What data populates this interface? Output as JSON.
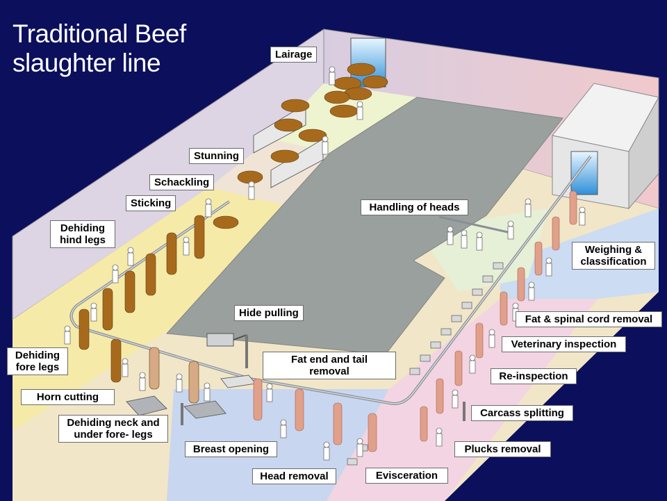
{
  "title": {
    "line1": "Traditional Beef",
    "line2": "slaughter line"
  },
  "labels": {
    "lairage": "Lairage",
    "stunning": "Stunning",
    "schackling": "Schackling",
    "sticking": "Sticking",
    "dehiding_hind_legs_1": "Dehiding",
    "dehiding_hind_legs_2": "hind legs",
    "hide_pulling": "Hide pulling",
    "dehiding_fore_legs_1": "Dehiding",
    "dehiding_fore_legs_2": "fore legs",
    "horn_cutting": "Horn cutting",
    "dehiding_neck_1": "Dehiding neck and",
    "dehiding_neck_2": "under fore- legs",
    "fat_end_1": "Fat end and tail",
    "fat_end_2": "removal",
    "breast_opening": "Breast opening",
    "head_removal": "Head removal",
    "evisceration": "Evisceration",
    "plucks_removal": "Plucks removal",
    "carcass_splitting": "Carcass splitting",
    "re_inspection": "Re-inspection",
    "veterinary_inspection": "Veterinary inspection",
    "fat_spinal": "Fat & spinal cord removal",
    "weighing_1": "Weighing &",
    "weighing_2": "classification",
    "handling_heads": "Handling of heads"
  },
  "colors": {
    "background": "#0b0f5c",
    "floor_gray": "#9aa09d",
    "wall": "#e7c9ce",
    "zone_yellow": "#f6eaa8",
    "zone_blue": "#c8d7f2",
    "zone_pink": "#f2d3e2",
    "cattle": "#a76a1c"
  }
}
